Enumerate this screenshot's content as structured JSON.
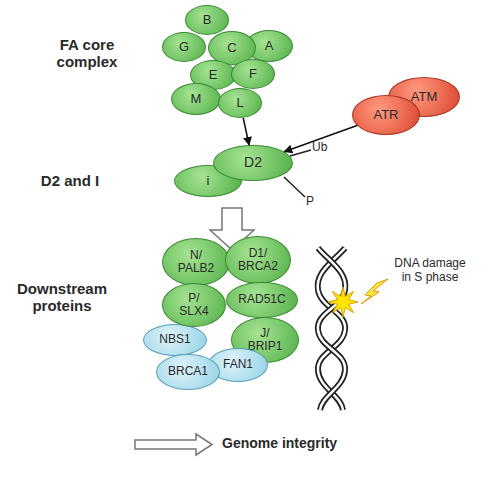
{
  "diagram": {
    "nodes": [
      {
        "text": [
          "B"
        ]
      },
      {
        "text": [
          "G"
        ]
      },
      {
        "text": [
          "C"
        ]
      },
      {
        "text": [
          "A"
        ]
      },
      {
        "text": [
          "E"
        ]
      },
      {
        "text": [
          "F"
        ]
      },
      {
        "text": [
          "M"
        ]
      },
      {
        "text": [
          "L"
        ]
      },
      {
        "text": [
          "ATR"
        ]
      },
      {
        "text": [
          "ATM"
        ]
      },
      {
        "text": [
          "D2"
        ]
      },
      {
        "text": [
          "i"
        ]
      },
      {
        "text": [
          "N/ PALB2"
        ]
      },
      {
        "text": [
          "D1/ BRCA2"
        ]
      },
      {
        "text": [
          "P/ SLX4"
        ]
      },
      {
        "text": [
          "RAD51C"
        ]
      },
      {
        "text": [
          "NBS1"
        ]
      },
      {
        "text": [
          "J/ BRIP1"
        ]
      },
      {
        "text": [
          "BRCA1"
        ]
      },
      {
        "text": [
          "FAN1"
        ]
      }
    ],
    "edges": [
      {
        "from": 7,
        "to": 10,
        "arrow": "to"
      },
      {
        "from": 8,
        "to": 10,
        "arrow": "to"
      }
    ],
    "labels": [
      "FA core complex",
      "D2 and I",
      "Downstream proteins",
      "Ub",
      "P",
      "DNA damage in S phase",
      "Genome integrity"
    ]
  }
}
